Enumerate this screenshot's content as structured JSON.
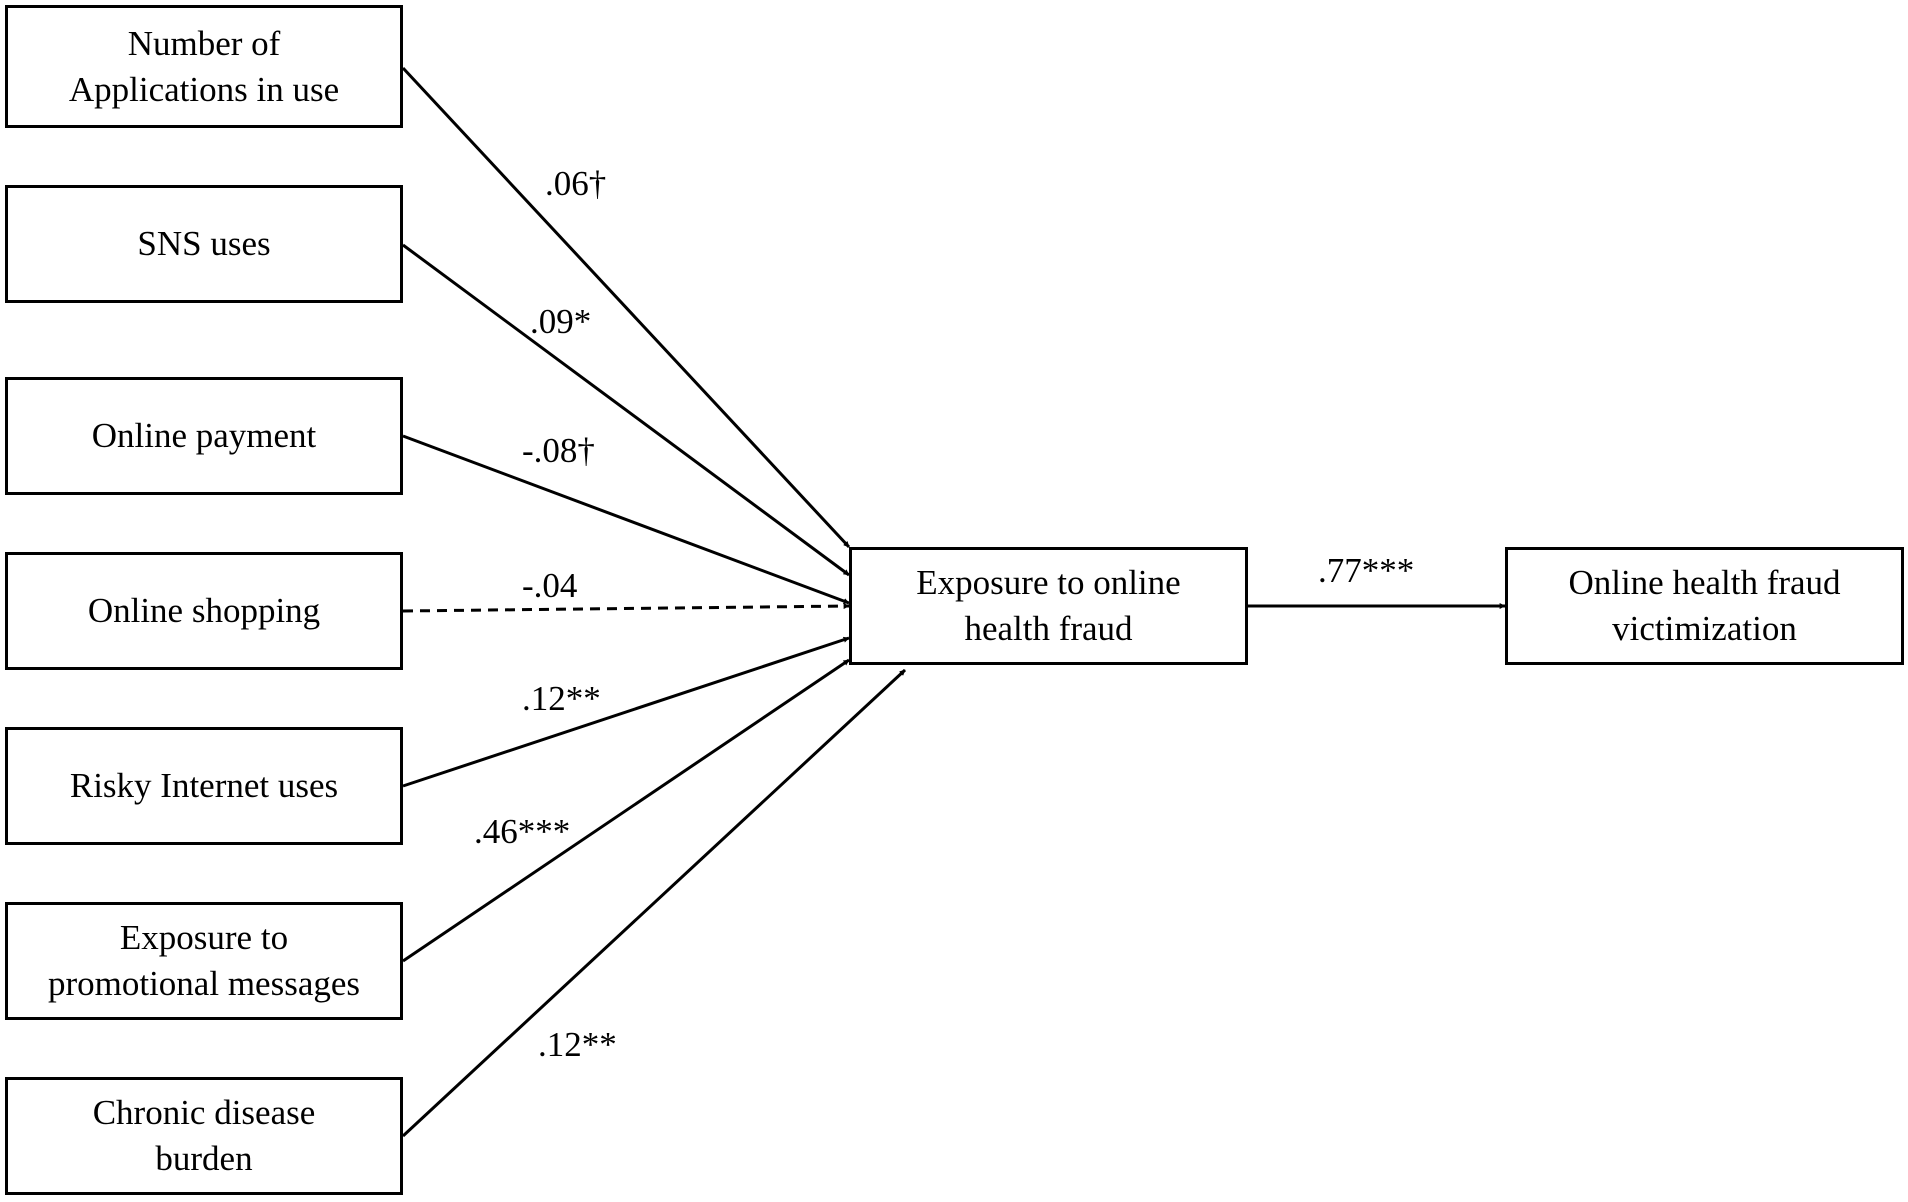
{
  "predictors": [
    {
      "label": "Number of\nApplications in use"
    },
    {
      "label": "SNS uses"
    },
    {
      "label": "Online payment"
    },
    {
      "label": "Online shopping"
    },
    {
      "label": "Risky Internet uses"
    },
    {
      "label": "Exposure to\npromotional messages"
    },
    {
      "label": "Chronic disease\nburden"
    }
  ],
  "mediator": {
    "label": "Exposure to online\nhealth fraud"
  },
  "outcome": {
    "label": "Online health fraud\nvictimization"
  },
  "paths": [
    {
      "from": "Number of Applications in use",
      "to": "Exposure to online health fraud",
      "coefficient": ".06†",
      "significant": true
    },
    {
      "from": "SNS uses",
      "to": "Exposure to online health fraud",
      "coefficient": ".09*",
      "significant": true
    },
    {
      "from": "Online payment",
      "to": "Exposure to online health fraud",
      "coefficient": "-.08†",
      "significant": true
    },
    {
      "from": "Online shopping",
      "to": "Exposure to online health fraud",
      "coefficient": "-.04",
      "significant": false
    },
    {
      "from": "Risky Internet uses",
      "to": "Exposure to online health fraud",
      "coefficient": ".12**",
      "significant": true
    },
    {
      "from": "Exposure to promotional messages",
      "to": "Exposure to online health fraud",
      "coefficient": ".46***",
      "significant": true
    },
    {
      "from": "Chronic disease burden",
      "to": "Exposure to online health fraud",
      "coefficient": ".12**",
      "significant": true
    },
    {
      "from": "Exposure to online health fraud",
      "to": "Online health fraud victimization",
      "coefficient": ".77***",
      "significant": true
    }
  ],
  "colors": {
    "line": "#000000",
    "box_border": "#000000",
    "background": "#ffffff"
  }
}
